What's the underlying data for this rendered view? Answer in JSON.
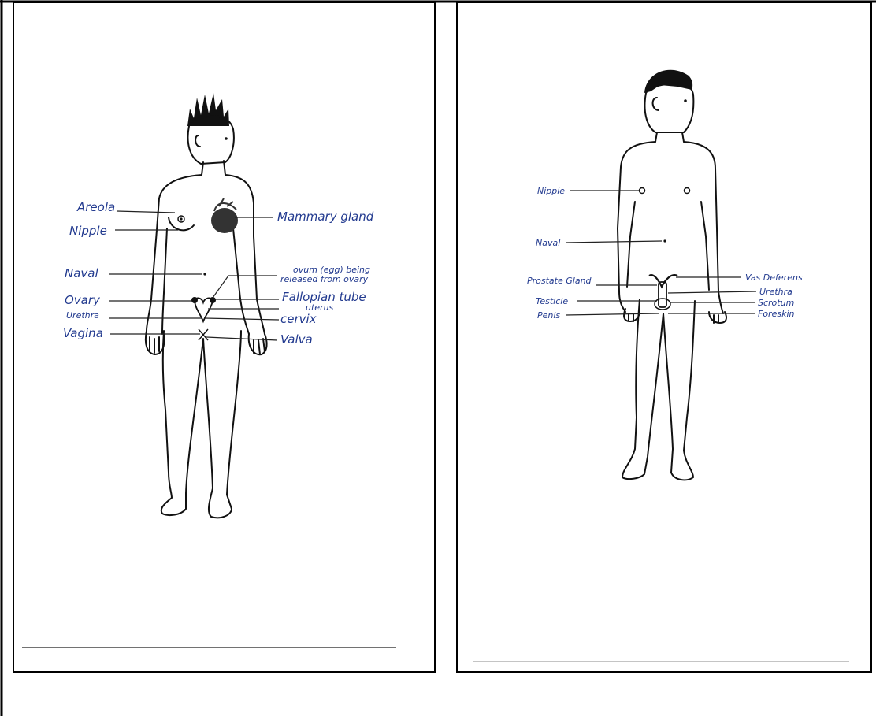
{
  "female_labels": {
    "areola": "Areola",
    "nipple": "Nipple",
    "naval": "Naval",
    "ovary": "Ovary",
    "urethra": "Urethra",
    "vagina": "Vagina",
    "mammary_gland": "Mammary gland",
    "ovum_line1": "ovum (egg) being",
    "ovum_line2": "released from ovary",
    "fallopian_tube": "Fallopian tube",
    "uterus": "uterus",
    "cervix": "cervix",
    "valva": "Valva"
  },
  "male_labels": {
    "nipple": "Nipple",
    "naval": "Naval",
    "prostate_gland": "Prostate Gland",
    "testicle": "Testicle",
    "penis": "Penis",
    "vas_deferens": "Vas Deferens",
    "urethra": "Urethra",
    "scrotum": "Scrotum",
    "foreskin": "Foreskin"
  },
  "colors": {
    "ink": "#223a8f",
    "outline": "#111111",
    "frame": "#000000"
  }
}
